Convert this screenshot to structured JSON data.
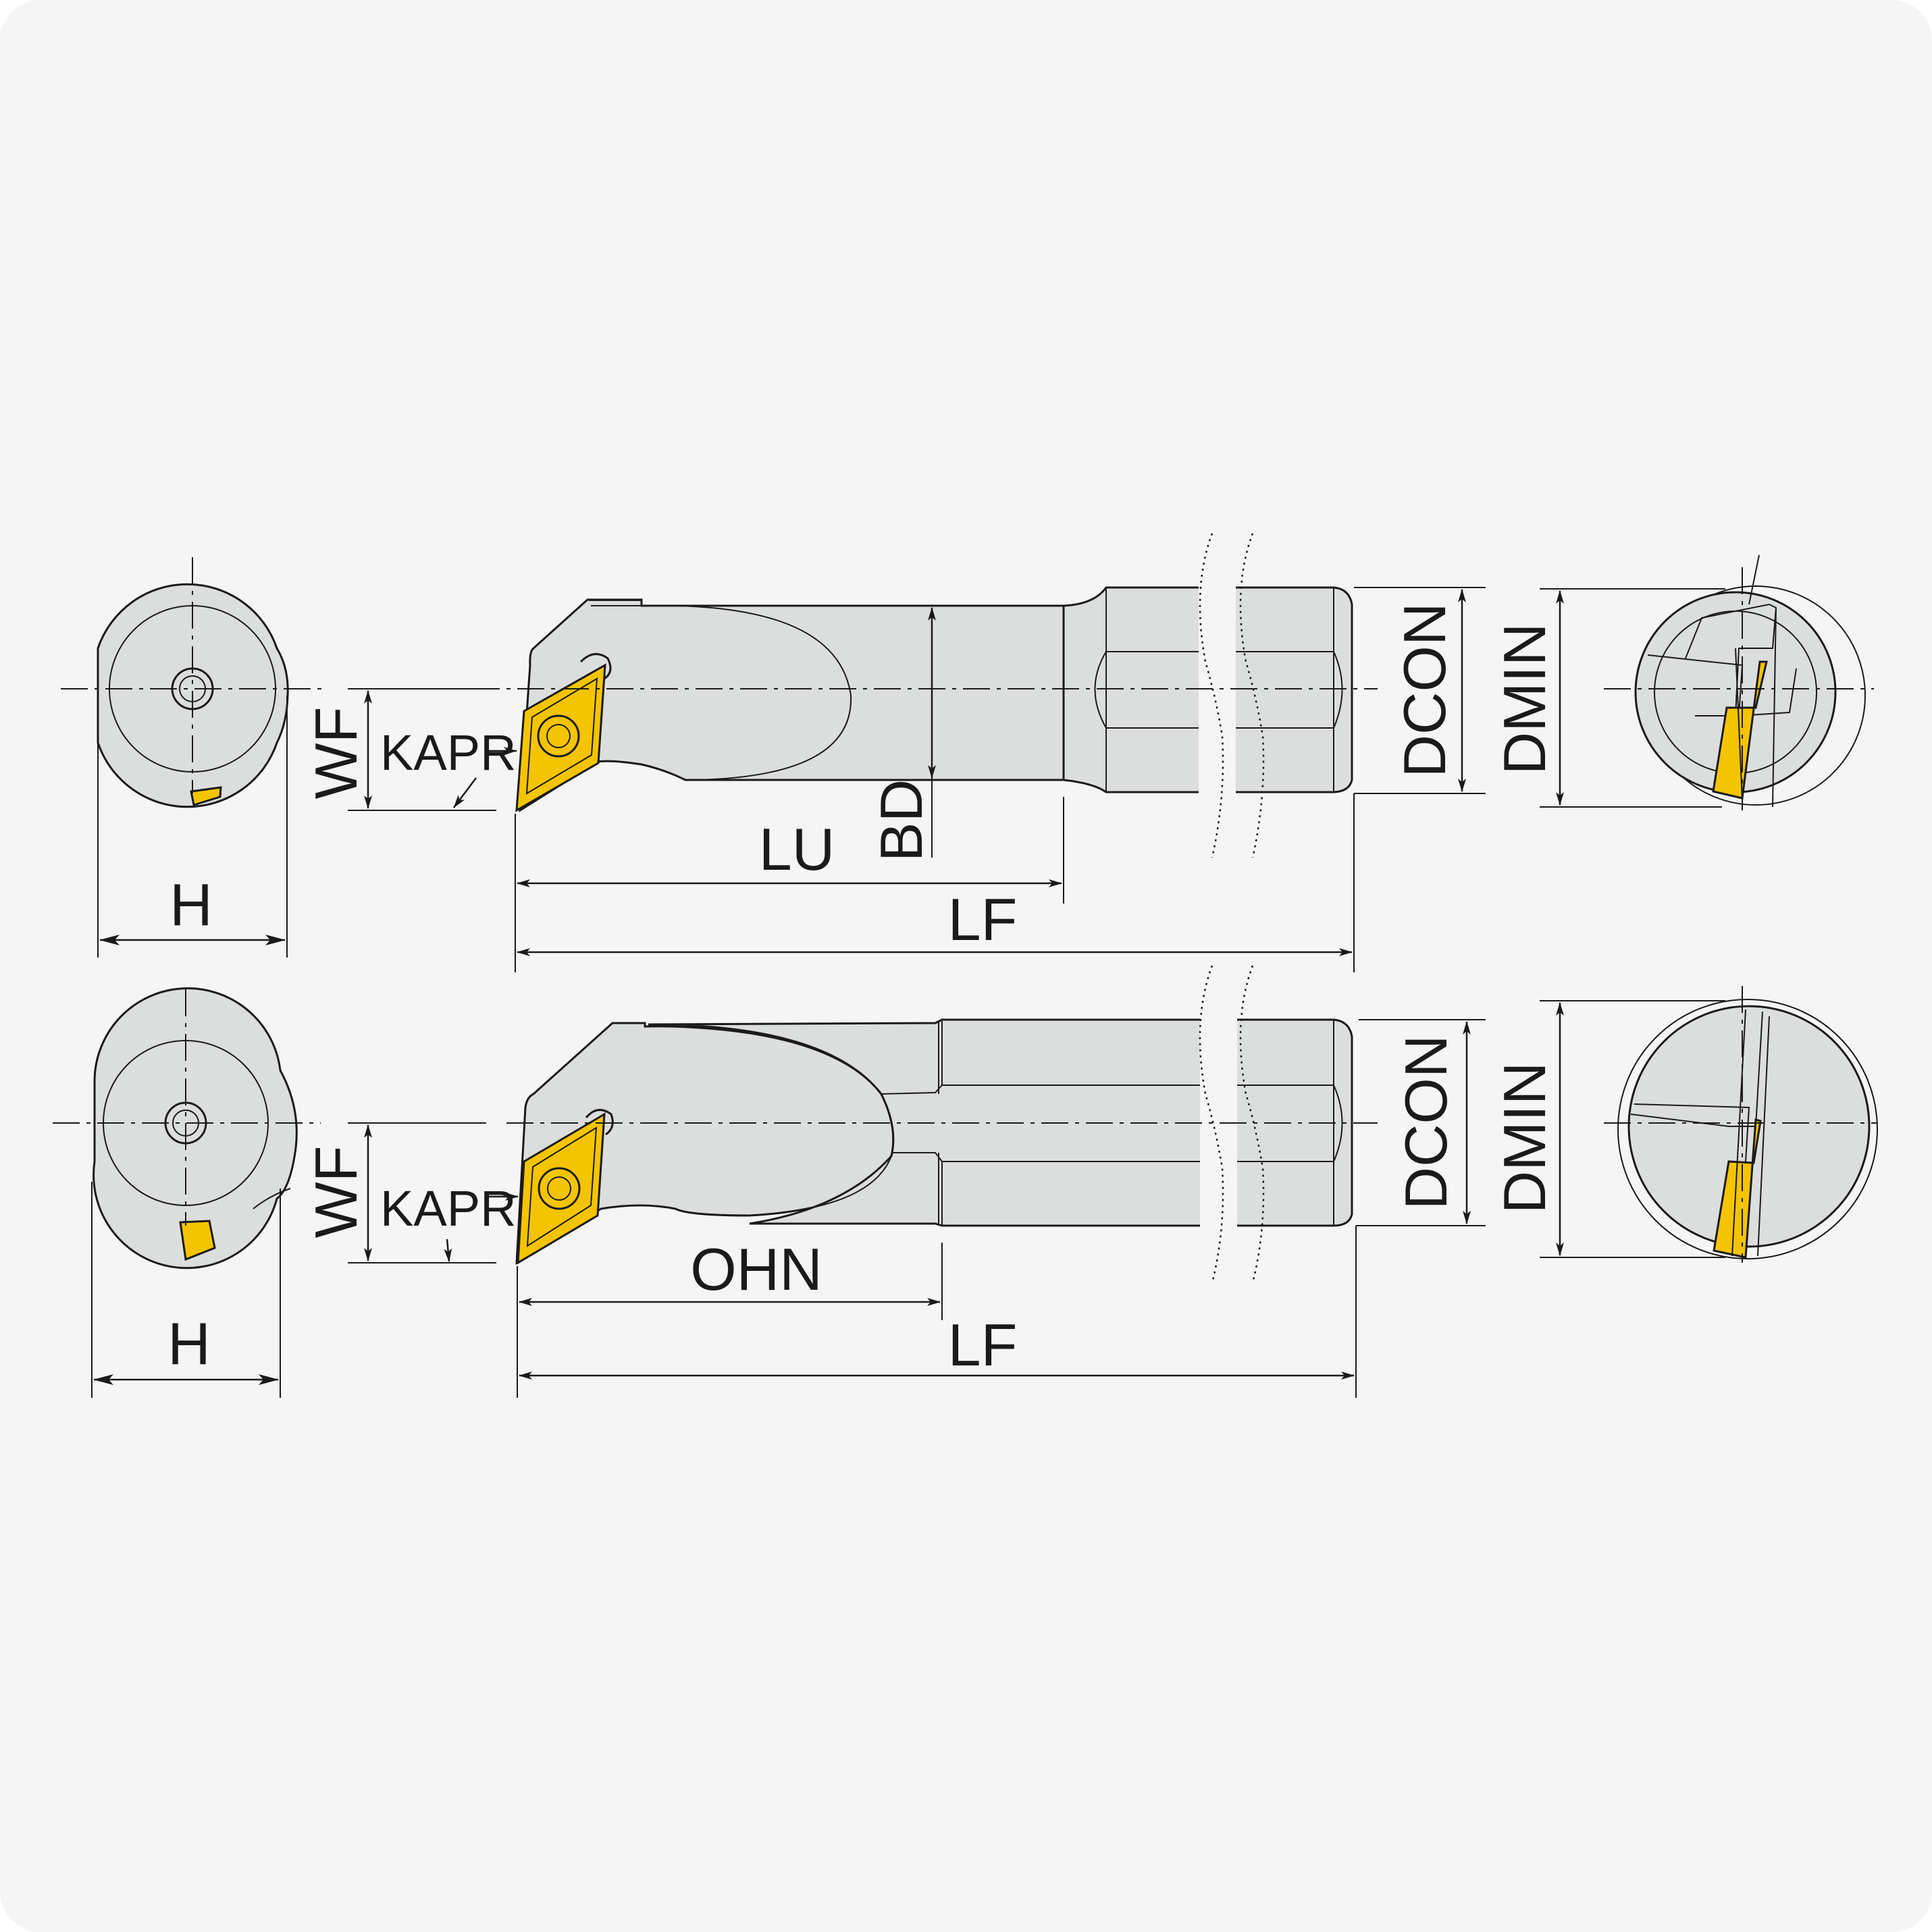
{
  "colors": {
    "background": "#f5f5f5",
    "body_fill": "#dcdede",
    "insert": "#f5c400",
    "line": "#1a1a1a"
  },
  "top_view": {
    "labels": {
      "h": "H",
      "wf": "WF",
      "kapr": "KAPR",
      "lu": "LU",
      "bd": "BD",
      "lf": "LF",
      "dcon": "DCON",
      "dmin": "DMIN"
    }
  },
  "bottom_view": {
    "labels": {
      "h": "H",
      "wf": "WF",
      "kapr": "KAPR",
      "ohn": "OHN",
      "lf": "LF",
      "dcon": "DCON",
      "dmin": "DMIN"
    }
  }
}
